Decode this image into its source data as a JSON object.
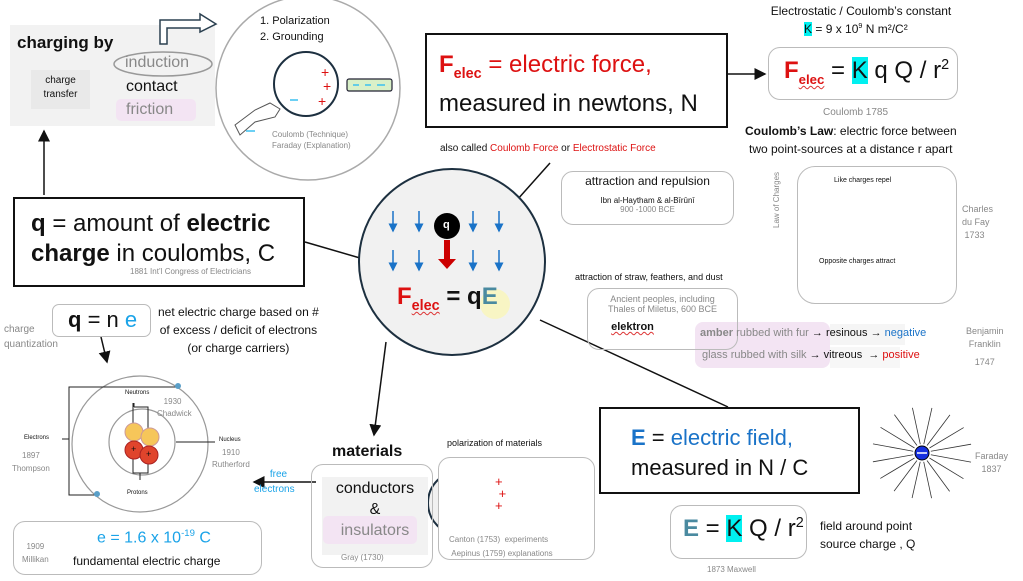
{
  "charging": {
    "title": "charging by",
    "induction": "induction",
    "contact": "contact",
    "friction": "friction",
    "charge_transfer": "charge transfer"
  },
  "induction_circle": {
    "step1": "1.  Polarization",
    "step2": "2.  Grounding",
    "credit1": "Coulomb (Technique)",
    "credit2": "Faraday (Explanation)",
    "plus": "+",
    "minus": "−"
  },
  "charge_def": {
    "q": "q",
    "eq": " = amount of ",
    "electric": "electric",
    "charge": "charge",
    "rest": " in coulombs, C",
    "source": "1881 Int’l Congress of Electricians"
  },
  "force_def": {
    "F": "F",
    "elec": "elec",
    "eq": " = ",
    "label": "electric force,",
    "line2": "measured in newtons, N"
  },
  "also_called": {
    "prefix": "also called ",
    "coulomb": "Coulomb Force",
    "or": " or ",
    "electrostatic": "Electrostatic Force"
  },
  "center": {
    "q": "q",
    "F": "F",
    "elec": "elec",
    "eq": " = q",
    "E": "E"
  },
  "constant": {
    "title": "Electrostatic / Coulomb’s constant",
    "K": "K",
    "value": " = 9 x 10",
    "exp": "9",
    "unit": " N m²/C²"
  },
  "coulomb_formula": {
    "F": "F",
    "elec": "elec",
    "eq": " = ",
    "K": "K",
    "rest": " q Q / r",
    "exp": "2",
    "source": "Coulomb 1785"
  },
  "coulomb_law": {
    "bold": "Coulomb’s Law",
    "line1": ": electric force between",
    "line2": "two point-sources at a distance r apart"
  },
  "attraction_repulsion": {
    "title": "attraction and repulsion",
    "names": "Ibn al-Haytham & al-Bīrūnī",
    "dates": "900 -1000 BCE"
  },
  "law_of_charges": {
    "side": "Law of Charges",
    "like": "Like charges repel",
    "opposite": "Opposite charges attract",
    "plus": "+",
    "minus": "−",
    "credit1": "Charles",
    "credit2": "du Fay",
    "year": "1733",
    "colors": {
      "positive": "#e0442c",
      "negative": "#2a8fc0"
    }
  },
  "ancient": {
    "heading": "attraction of straw, feathers, and dust",
    "line1": "Ancient peoples, including",
    "line2": "Thales of Miletus, 600 BCE",
    "word": "elektron"
  },
  "franklin": {
    "amber": "amber",
    "amber_rest": " rubbed with fur ",
    "resinous": "resinous",
    "negative": "negative",
    "glass": "glass rubbed with silk ",
    "vitreous": "vitreous",
    "positive": "positive",
    "arrow": "→",
    "credit1": "Benjamin",
    "credit2": "Franklin",
    "year": "1747"
  },
  "field_def": {
    "E": "E",
    "eq": " = ",
    "label": "electric field,",
    "line2": "measured in N / C"
  },
  "faraday": {
    "name": "Faraday",
    "year": "1837",
    "charge": "−"
  },
  "field_formula": {
    "E": "E",
    "eq": " = ",
    "K": "K",
    "rest": " Q / r",
    "exp": "2",
    "source": "1873 Maxwell",
    "desc1": "field around point",
    "desc2": "source charge , Q"
  },
  "polarization": {
    "title": "polarization of materials",
    "l1a": "Canton (1753)",
    "l1b": "experiments",
    "l2a": "Aepinus (1759)",
    "l2b": "explanations"
  },
  "materials": {
    "title": "materials",
    "conductors": "conductors",
    "amp": "&",
    "insulators": "insulators",
    "source": "Gray (1730)",
    "free": "free",
    "electrons": "electrons"
  },
  "quantization": {
    "q": "q",
    "eq": " = n ",
    "e": "e",
    "label1": "charge",
    "label2": "quantization",
    "desc1": "net electric charge based on #",
    "desc2": "of excess / deficit of electrons",
    "desc3": "(or charge carriers)"
  },
  "atom": {
    "neutrons": "Neutrons",
    "protons": "Protons",
    "electrons": "Electrons",
    "nucleus": "Nucleus",
    "chadwick_year": "1930",
    "chadwick": "Chadwick",
    "thompson_year": "1897",
    "thompson": "Thompson",
    "rutherford_year": "1910",
    "rutherford": "Rutherford",
    "plus": "+"
  },
  "elementary": {
    "formula": "e = 1.6 x 10",
    "exp": "-19",
    "unit": " C",
    "label": "fundamental electric charge",
    "year": "1909",
    "name": "Millikan"
  }
}
